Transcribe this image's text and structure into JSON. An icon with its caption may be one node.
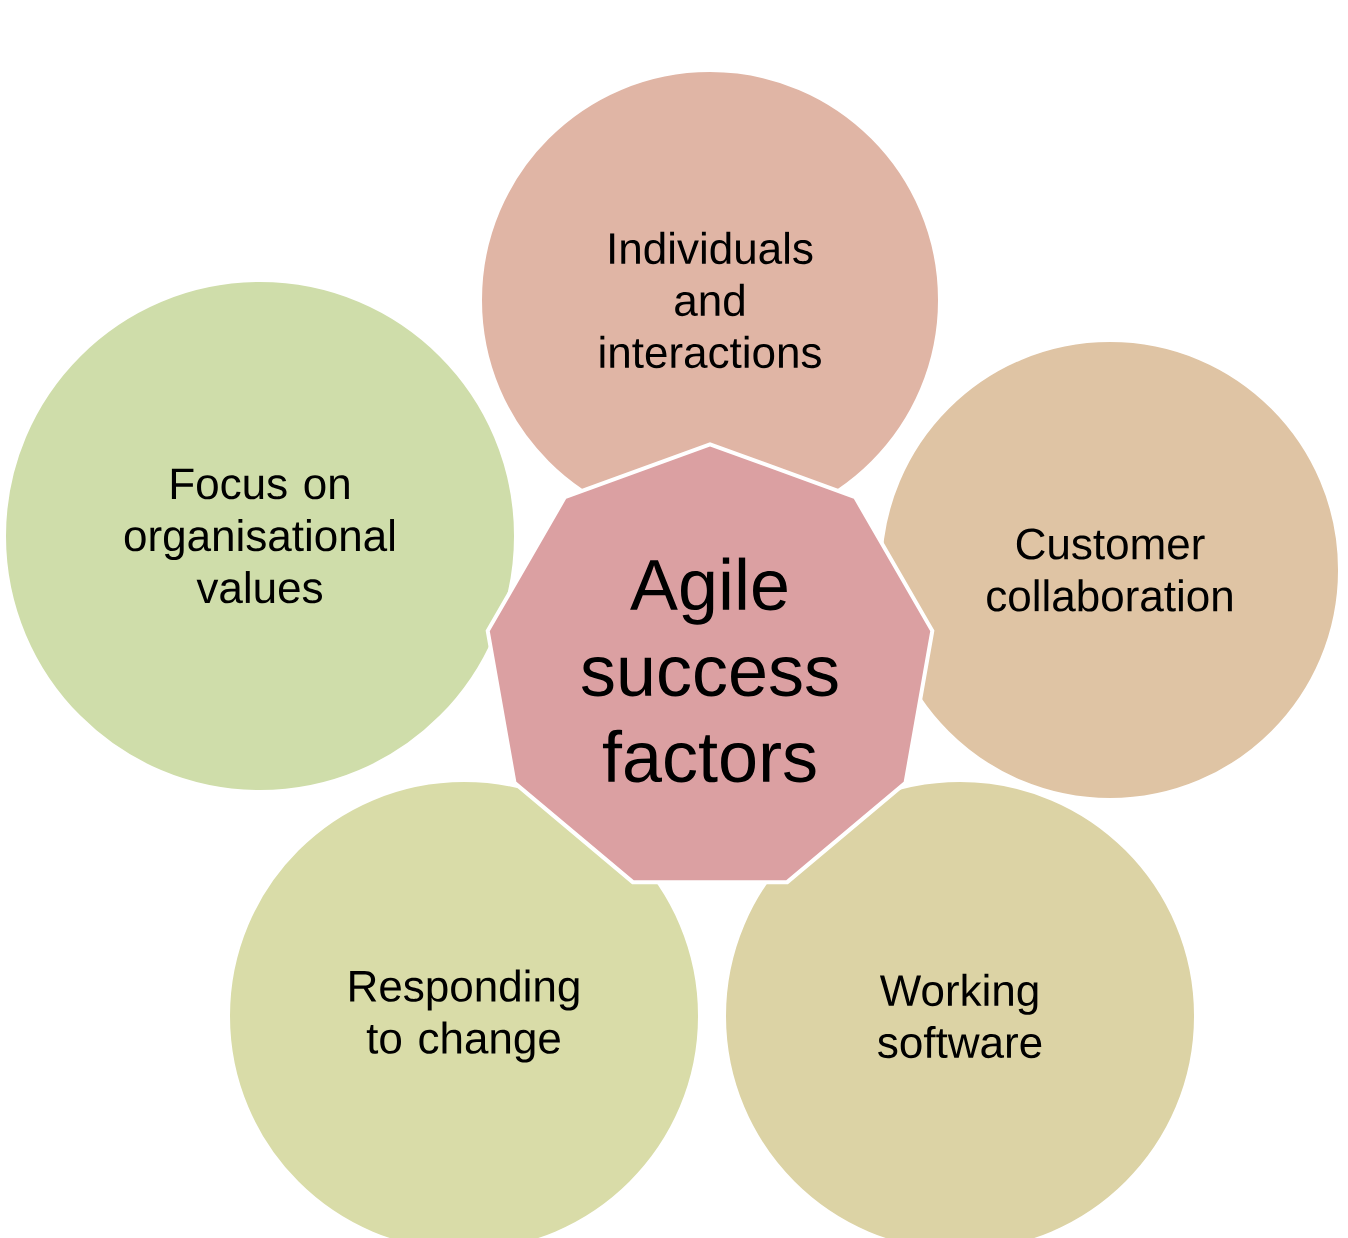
{
  "diagram": {
    "nodes": [
      {
        "text": [
          "Agile success factors"
        ]
      },
      {
        "text": [
          "Individuals and interactions"
        ]
      },
      {
        "text": [
          "Customer collaboration"
        ]
      },
      {
        "text": [
          "Working software"
        ]
      },
      {
        "text": [
          "Responding to change"
        ]
      },
      {
        "text": [
          "Focus on organisational values"
        ]
      }
    ]
  }
}
